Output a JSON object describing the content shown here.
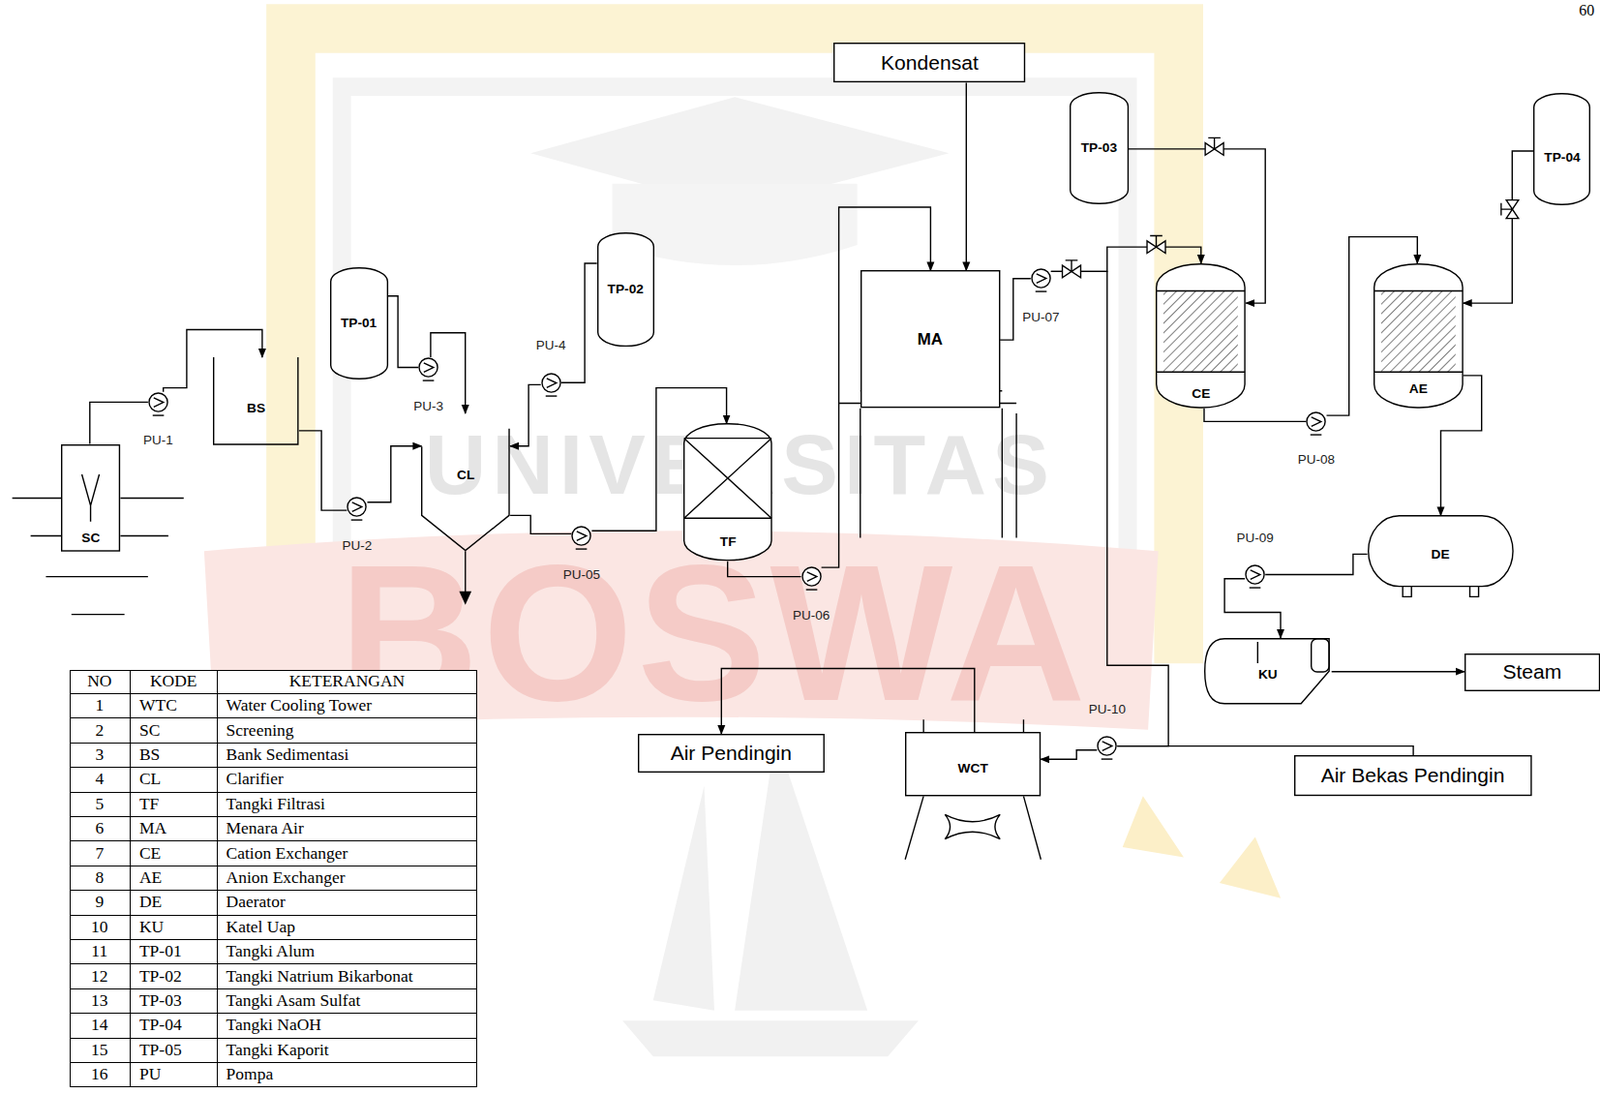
{
  "diagram": {
    "nodes": [
      {
        "text": [
          "SC"
        ]
      },
      {
        "text": [
          "PU-1"
        ]
      },
      {
        "text": [
          "BS"
        ]
      },
      {
        "text": [
          "PU-2"
        ]
      },
      {
        "text": [
          "TP-01"
        ]
      },
      {
        "text": [
          "PU-3"
        ]
      },
      {
        "text": [
          "CL"
        ]
      },
      {
        "text": [
          "PU-4"
        ]
      },
      {
        "text": [
          "TP-02"
        ]
      },
      {
        "text": [
          "PU-05"
        ]
      },
      {
        "text": [
          "TF"
        ]
      },
      {
        "text": [
          "PU-06"
        ]
      },
      {
        "text": [
          "Kondensat"
        ]
      },
      {
        "text": [
          "MA"
        ]
      },
      {
        "text": [
          "PU-07"
        ]
      },
      {
        "text": [
          "TP-03"
        ]
      },
      {
        "text": [
          "CE"
        ]
      },
      {
        "text": [
          "PU-08"
        ]
      },
      {
        "text": [
          "TP-04"
        ]
      },
      {
        "text": [
          "AE"
        ]
      },
      {
        "text": [
          "DE"
        ]
      },
      {
        "text": [
          "PU-09"
        ]
      },
      {
        "text": [
          "KU"
        ]
      },
      {
        "text": [
          "Steam"
        ]
      },
      {
        "text": [
          "Air Pendingin"
        ]
      },
      {
        "text": [
          "WCT"
        ]
      },
      {
        "text": [
          "PU-10"
        ]
      },
      {
        "text": [
          "Air Bekas Pendingin"
        ]
      }
    ],
    "edges": [
      {
        "from": 0,
        "to": 1,
        "arrow": "none"
      },
      {
        "from": 1,
        "to": 2,
        "arrow": "to"
      },
      {
        "from": 2,
        "to": 3,
        "arrow": "none"
      },
      {
        "from": 3,
        "to": 6,
        "arrow": "to"
      },
      {
        "from": 4,
        "to": 5,
        "arrow": "none"
      },
      {
        "from": 5,
        "to": 6,
        "arrow": "to"
      },
      {
        "from": 8,
        "to": 7,
        "arrow": "none"
      },
      {
        "from": 7,
        "to": 6,
        "arrow": "to"
      },
      {
        "from": 6,
        "to": 9,
        "arrow": "none"
      },
      {
        "from": 9,
        "to": 10,
        "arrow": "to"
      },
      {
        "from": 10,
        "to": 11,
        "arrow": "none"
      },
      {
        "from": 11,
        "to": 13,
        "arrow": "to"
      },
      {
        "from": 12,
        "to": 13,
        "arrow": "to"
      },
      {
        "from": 13,
        "to": 14,
        "arrow": "none"
      },
      {
        "from": 14,
        "to": 16,
        "arrow": "to"
      },
      {
        "from": 14,
        "to": 26,
        "arrow": "none"
      },
      {
        "from": 27,
        "to": 26,
        "arrow": "none"
      },
      {
        "from": 26,
        "to": 25,
        "arrow": "to"
      },
      {
        "from": 25,
        "to": 24,
        "arrow": "to"
      },
      {
        "from": 15,
        "to": 16,
        "arrow": "to"
      },
      {
        "from": 16,
        "to": 17,
        "arrow": "none"
      },
      {
        "from": 17,
        "to": 19,
        "arrow": "to"
      },
      {
        "from": 18,
        "to": 19,
        "arrow": "to"
      },
      {
        "from": 19,
        "to": 20,
        "arrow": "to"
      },
      {
        "from": 20,
        "to": 21,
        "arrow": "none"
      },
      {
        "from": 21,
        "to": 22,
        "arrow": "to"
      },
      {
        "from": 22,
        "to": 23,
        "arrow": "to"
      }
    ],
    "labels": [
      "NO",
      "KODE",
      "KETERANGAN",
      "1",
      "WTC",
      "Water Cooling Tower",
      "2",
      "SC",
      "Screening",
      "3",
      "BS",
      "Bank Sedimentasi",
      "4",
      "CL",
      "Clarifier",
      "5",
      "TF",
      "Tangki Filtrasi",
      "6",
      "MA",
      "Menara Air",
      "7",
      "CE",
      "Cation Exchanger",
      "8",
      "AE",
      "Anion Exchanger",
      "9",
      "DE",
      "Daerator",
      "10",
      "KU",
      "Katel Uap",
      "11",
      "TP-01",
      "Tangki Alum",
      "12",
      "TP-02",
      "Tangki Natrium Bikarbonat",
      "13",
      "TP-03",
      "Tangki Asam Sulfat",
      "14",
      "TP-04",
      "Tangki NaOH",
      "15",
      "TP-05",
      "Tangki Kaporit",
      "16",
      "PU",
      "Pompa",
      "UNIVERSITAS",
      "BOSWA",
      "60"
    ]
  }
}
